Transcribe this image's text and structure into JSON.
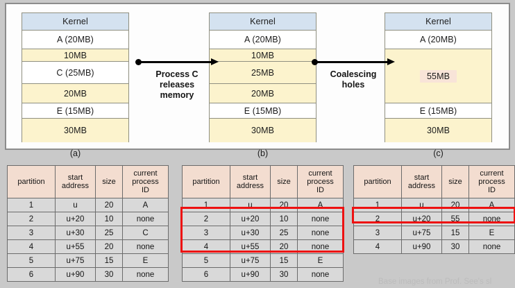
{
  "diagrams": [
    {
      "id": "a",
      "caption": "(a)",
      "blocks": [
        {
          "label": "Kernel",
          "type": "kernel",
          "height": 25
        },
        {
          "label": "A (20MB)",
          "type": "proc",
          "height": 27
        },
        {
          "label": "10MB",
          "type": "hole",
          "height": 18
        },
        {
          "label": "C (25MB)",
          "type": "proc",
          "height": 32
        },
        {
          "label": "20MB",
          "type": "hole",
          "height": 28
        },
        {
          "label": "E (15MB)",
          "type": "proc",
          "height": 22
        },
        {
          "label": "30MB",
          "type": "hole",
          "height": 35
        }
      ]
    },
    {
      "id": "b",
      "caption": "(b)",
      "blocks": [
        {
          "label": "Kernel",
          "type": "kernel",
          "height": 25
        },
        {
          "label": "A (20MB)",
          "type": "proc",
          "height": 27
        },
        {
          "label": "10MB",
          "type": "hole",
          "height": 18
        },
        {
          "label": "25MB",
          "type": "hole",
          "height": 32
        },
        {
          "label": "20MB",
          "type": "hole",
          "height": 28
        },
        {
          "label": "E (15MB)",
          "type": "proc",
          "height": 22
        },
        {
          "label": "30MB",
          "type": "hole",
          "height": 35
        }
      ]
    },
    {
      "id": "c",
      "caption": "(c)",
      "blocks": [
        {
          "label": "Kernel",
          "type": "kernel",
          "height": 25
        },
        {
          "label": "A (20MB)",
          "type": "proc",
          "height": 27
        },
        {
          "label": "55MB",
          "type": "hole",
          "height": 78,
          "highlight": true
        },
        {
          "label": "E (15MB)",
          "type": "proc",
          "height": 22
        },
        {
          "label": "30MB",
          "type": "hole",
          "height": 35
        }
      ]
    }
  ],
  "arrows": [
    {
      "id": "process-c-releases-memory",
      "label": "Process C\nreleases\nmemory"
    },
    {
      "id": "coalescing-holes",
      "label": "Coalescing\nholes"
    }
  ],
  "tables": [
    {
      "id": "table-a",
      "headers": [
        "partition",
        "start\naddress",
        "size",
        "current\nprocess\nID"
      ],
      "rows": [
        [
          "1",
          "u",
          "20",
          "A"
        ],
        [
          "2",
          "u+20",
          "10",
          "none"
        ],
        [
          "3",
          "u+30",
          "25",
          "C"
        ],
        [
          "4",
          "u+55",
          "20",
          "none"
        ],
        [
          "5",
          "u+75",
          "15",
          "E"
        ],
        [
          "6",
          "u+90",
          "30",
          "none"
        ]
      ]
    },
    {
      "id": "table-b",
      "headers": [
        "partition",
        "start\naddress",
        "size",
        "current\nprocess\nID"
      ],
      "rows": [
        [
          "1",
          "u",
          "20",
          "A"
        ],
        [
          "2",
          "u+20",
          "10",
          "none"
        ],
        [
          "3",
          "u+30",
          "25",
          "none"
        ],
        [
          "4",
          "u+55",
          "20",
          "none"
        ],
        [
          "5",
          "u+75",
          "15",
          "E"
        ],
        [
          "6",
          "u+90",
          "30",
          "none"
        ]
      ]
    },
    {
      "id": "table-c",
      "headers": [
        "partition",
        "start\naddress",
        "size",
        "current\nprocess\nID"
      ],
      "rows": [
        [
          "1",
          "u",
          "20",
          "A"
        ],
        [
          "2",
          "u+20",
          "55",
          "none"
        ],
        [
          "3",
          "u+75",
          "15",
          "E"
        ],
        [
          "4",
          "u+90",
          "30",
          "none"
        ]
      ]
    }
  ],
  "credit": "Base images from Prof. See's sl",
  "colors": {
    "kernel": "#d4e2f0",
    "process": "#ffffff",
    "hole": "#fcf3cd",
    "table_header": "#f3ddd0",
    "table_row": "#d9d9d9",
    "highlight_red": "#ee1111",
    "page_background": "#c9c9c9"
  }
}
